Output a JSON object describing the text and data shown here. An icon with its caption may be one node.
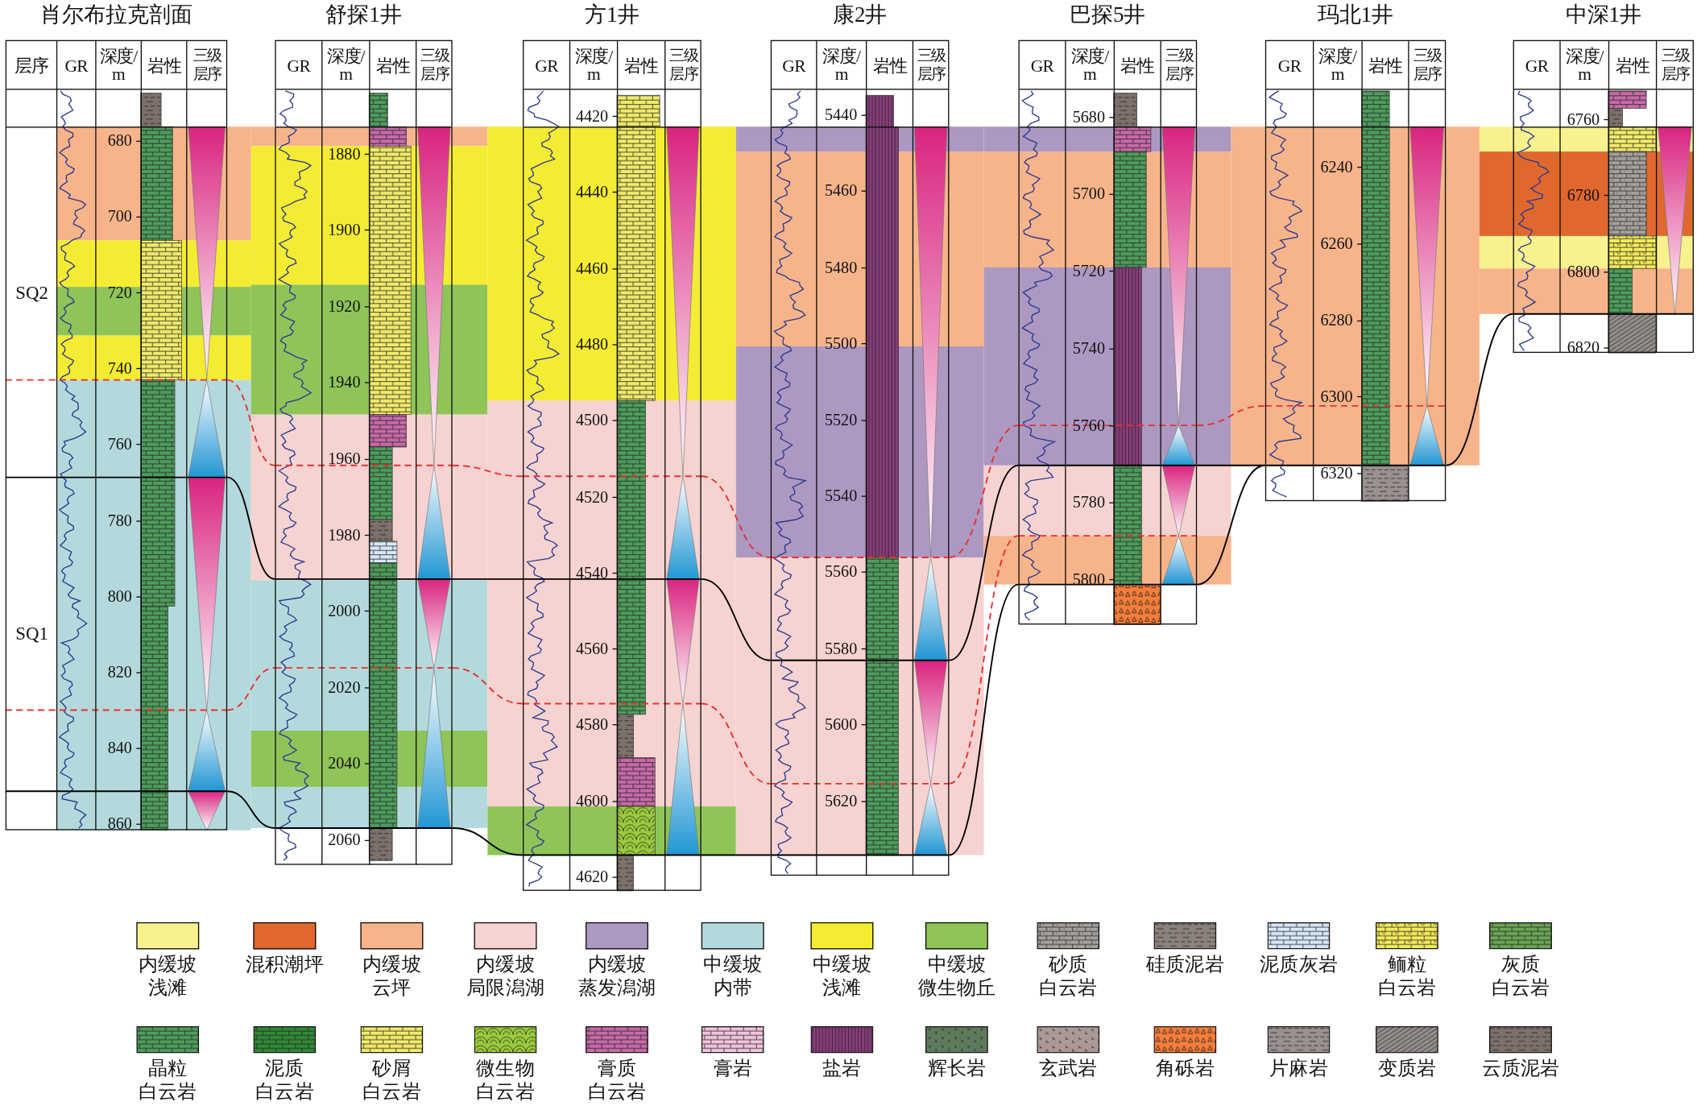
{
  "diagram": {
    "nodes": [
      {
        "text": [
          "肖尔布拉克剖面"
        ]
      },
      {
        "text": [
          "舒探1井"
        ]
      },
      {
        "text": [
          "方1井"
        ]
      },
      {
        "text": [
          "康2井"
        ]
      },
      {
        "text": [
          "巴探5井"
        ]
      },
      {
        "text": [
          "玛北1井"
        ]
      },
      {
        "text": [
          "中深1井"
        ]
      }
    ],
    "edges": [
      {
        "from": 0,
        "to": 1,
        "arrow": "none"
      },
      {
        "from": 1,
        "to": 2,
        "arrow": "none"
      },
      {
        "from": 2,
        "to": 3,
        "arrow": "none"
      },
      {
        "from": 3,
        "to": 4,
        "arrow": "none"
      },
      {
        "from": 4,
        "to": 5,
        "arrow": "none"
      },
      {
        "from": 5,
        "to": 6,
        "arrow": "none"
      },
      {
        "from": 0,
        "to": 1,
        "arrow": "none"
      },
      {
        "from": 1,
        "to": 2,
        "arrow": "none"
      },
      {
        "from": 2,
        "to": 3,
        "arrow": "none"
      },
      {
        "from": 3,
        "to": 4,
        "arrow": "none"
      },
      {
        "from": 4,
        "to": 5,
        "arrow": "none"
      },
      {
        "from": 0,
        "to": 1,
        "arrow": "none",
        "style": "dashed",
        "color": "#e8312f"
      },
      {
        "from": 1,
        "to": 2,
        "arrow": "none",
        "style": "dashed",
        "color": "#e8312f"
      },
      {
        "from": 2,
        "to": 3,
        "arrow": "none",
        "style": "dashed",
        "color": "#e8312f"
      },
      {
        "from": 3,
        "to": 4,
        "arrow": "none",
        "style": "dashed",
        "color": "#e8312f"
      },
      {
        "from": 4,
        "to": 5,
        "arrow": "none",
        "style": "dashed",
        "color": "#e8312f"
      },
      {
        "from": 0,
        "to": 1,
        "arrow": "none",
        "style": "dashed",
        "color": "#e8312f"
      },
      {
        "from": 1,
        "to": 2,
        "arrow": "none",
        "style": "dashed",
        "color": "#e8312f"
      },
      {
        "from": 2,
        "to": 3,
        "arrow": "none",
        "style": "dashed",
        "color": "#e8312f"
      },
      {
        "from": 3,
        "to": 4,
        "arrow": "none",
        "style": "dashed",
        "color": "#e8312f"
      }
    ],
    "labels": [
      "层序",
      "GR",
      "深度/m",
      "岩性",
      "三级层序",
      "SQ2",
      "SQ1",
      "680",
      "700",
      "720",
      "740",
      "760",
      "780",
      "800",
      "820",
      "840",
      "860",
      "GR",
      "深度/m",
      "岩性",
      "三级层序",
      "1880",
      "1900",
      "1920",
      "1940",
      "1960",
      "1980",
      "2000",
      "2020",
      "2040",
      "2060",
      "GR",
      "深度/m",
      "岩性",
      "三级层序",
      "4420",
      "4440",
      "4460",
      "4480",
      "4500",
      "4520",
      "4540",
      "4560",
      "4580",
      "4600",
      "4620",
      "GR",
      "深度/m",
      "岩性",
      "三级层序",
      "5440",
      "5460",
      "5480",
      "5500",
      "5520",
      "5540",
      "5560",
      "5580",
      "5600",
      "5620",
      "GR",
      "深度/m",
      "岩性",
      "三级层序",
      "5680",
      "5700",
      "5720",
      "5740",
      "5760",
      "5780",
      "5800",
      "GR",
      "深度/m",
      "岩性",
      "三级层序",
      "6240",
      "6260",
      "6280",
      "6300",
      "6320",
      "GR",
      "深度/m",
      "岩性",
      "三级层序",
      "6760",
      "6780",
      "6800",
      "6820"
    ],
    "legend": [
      {
        "text": "内缓坡浅滩",
        "color": "#f8f28e"
      },
      {
        "text": "混积潮坪",
        "color": "#e0682e"
      },
      {
        "text": "内缓坡云坪",
        "color": "#f7b48a"
      },
      {
        "text": "内缓坡局限潟湖",
        "color": "#f6d3d0"
      },
      {
        "text": "内缓坡蒸发潟湖",
        "color": "#ad98c2"
      },
      {
        "text": "中缓坡内带",
        "color": "#b4d9dc"
      },
      {
        "text": "中缓坡浅滩",
        "color": "#f4ec32"
      },
      {
        "text": "中缓坡微生物丘",
        "color": "#8fc458"
      },
      {
        "text": "砂质白云岩"
      },
      {
        "text": "硅质泥岩"
      },
      {
        "text": "泥质灰岩"
      },
      {
        "text": "鲕粒白云岩"
      },
      {
        "text": "灰质白云岩"
      },
      {
        "text": "晶粒白云岩"
      },
      {
        "text": "泥质白云岩"
      },
      {
        "text": "砂屑白云岩"
      },
      {
        "text": "微生物白云岩"
      },
      {
        "text": "膏质白云岩"
      },
      {
        "text": "膏岩"
      },
      {
        "text": "盐岩"
      },
      {
        "text": "辉长岩"
      },
      {
        "text": "玄武岩"
      },
      {
        "text": "角砾岩"
      },
      {
        "text": "片麻岩"
      },
      {
        "text": "变质岩"
      },
      {
        "text": "云质泥岩"
      }
    ]
  }
}
